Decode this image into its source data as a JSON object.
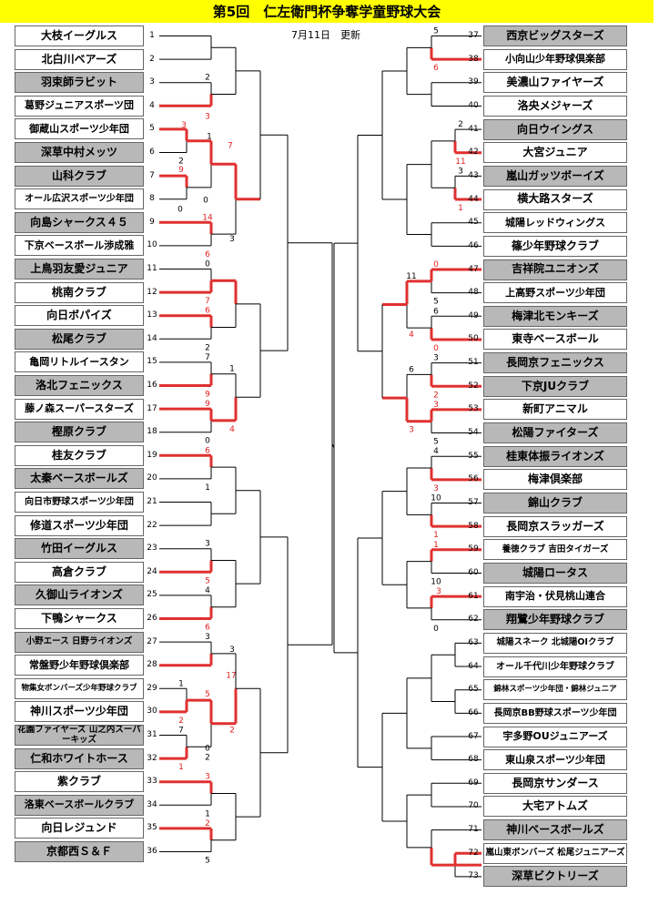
{
  "title": "第5回　仁左衛門杯争奪学童野球大会",
  "update_note": "7月11日　更新",
  "colors": {
    "title_bg": "#ffff00",
    "shaded": "#b8b8b8",
    "winner_line": "#e03030",
    "line": "#000000"
  },
  "left_teams": [
    {
      "no": "1",
      "name": "大枝イーグルス",
      "shaded": false
    },
    {
      "no": "2",
      "name": "北白川ベアーズ",
      "shaded": false
    },
    {
      "no": "3",
      "name": "羽束師ラビット",
      "shaded": true
    },
    {
      "no": "4",
      "name": "葛野ジュニアスポーツ団",
      "shaded": false
    },
    {
      "no": "5",
      "name": "御蔵山スポーツ少年団",
      "shaded": false
    },
    {
      "no": "6",
      "name": "深草中村メッツ",
      "shaded": true
    },
    {
      "no": "7",
      "name": "山科クラブ",
      "shaded": true
    },
    {
      "no": "8",
      "name": "オール広沢スポーツ少年団",
      "shaded": false
    },
    {
      "no": "9",
      "name": "向島シャークス４５",
      "shaded": true
    },
    {
      "no": "10",
      "name": "下京ベースボール渉成雅",
      "shaded": false
    },
    {
      "no": "11",
      "name": "上鳥羽友愛ジュニア",
      "shaded": true
    },
    {
      "no": "12",
      "name": "桃南クラブ",
      "shaded": false
    },
    {
      "no": "13",
      "name": "向日ボパイズ",
      "shaded": false
    },
    {
      "no": "14",
      "name": "松尾クラブ",
      "shaded": true
    },
    {
      "no": "15",
      "name": "亀岡リトルイースタン",
      "shaded": false
    },
    {
      "no": "16",
      "name": "洛北フェニックス",
      "shaded": true
    },
    {
      "no": "17",
      "name": "藤ノ森スーパースターズ",
      "shaded": false
    },
    {
      "no": "18",
      "name": "樫原クラブ",
      "shaded": true
    },
    {
      "no": "19",
      "name": "桂友クラブ",
      "shaded": false
    },
    {
      "no": "20",
      "name": "太秦ベースボールズ",
      "shaded": true
    },
    {
      "no": "21",
      "name": "向日市野球スポーツ少年団",
      "shaded": false
    },
    {
      "no": "22",
      "name": "修道スポーツ少年団",
      "shaded": false
    },
    {
      "no": "23",
      "name": "竹田イーグルス",
      "shaded": true
    },
    {
      "no": "24",
      "name": "高倉クラブ",
      "shaded": false
    },
    {
      "no": "25",
      "name": "久御山ライオンズ",
      "shaded": true
    },
    {
      "no": "26",
      "name": "下鴨シャークス",
      "shaded": false
    },
    {
      "no": "27",
      "name": "小野エース\n日野ライオンズ",
      "shaded": true
    },
    {
      "no": "28",
      "name": "常盤野少年野球倶楽部",
      "shaded": false
    },
    {
      "no": "29",
      "name": "物集女ボンバーズ少年野球クラブ",
      "shaded": false
    },
    {
      "no": "30",
      "name": "神川スポーツ少年団",
      "shaded": false
    },
    {
      "no": "31",
      "name": "花園ファイヤーズ\n山之内スーパーキッズ",
      "shaded": true
    },
    {
      "no": "32",
      "name": "仁和ホワイトホース",
      "shaded": true
    },
    {
      "no": "33",
      "name": "紫クラブ",
      "shaded": false
    },
    {
      "no": "34",
      "name": "洛東ベースボールクラブ",
      "shaded": true
    },
    {
      "no": "35",
      "name": "向日レジュンド",
      "shaded": false
    },
    {
      "no": "36",
      "name": "京都西Ｓ＆Ｆ",
      "shaded": true
    }
  ],
  "right_teams": [
    {
      "no": "37",
      "name": "西京ビッグスターズ",
      "shaded": true
    },
    {
      "no": "38",
      "name": "小向山少年野球倶楽部",
      "shaded": false
    },
    {
      "no": "39",
      "name": "美濃山ファイヤーズ",
      "shaded": false
    },
    {
      "no": "40",
      "name": "洛央メジャーズ",
      "shaded": false
    },
    {
      "no": "41",
      "name": "向日ウイングス",
      "shaded": true
    },
    {
      "no": "42",
      "name": "大宮ジュニア",
      "shaded": false
    },
    {
      "no": "43",
      "name": "嵐山ガッツボーイズ",
      "shaded": true
    },
    {
      "no": "44",
      "name": "横大路スターズ",
      "shaded": false
    },
    {
      "no": "45",
      "name": "城陽レッドウィングス",
      "shaded": false
    },
    {
      "no": "46",
      "name": "篠少年野球クラブ",
      "shaded": false
    },
    {
      "no": "47",
      "name": "吉祥院ユニオンズ",
      "shaded": true
    },
    {
      "no": "48",
      "name": "上高野スポーツ少年団",
      "shaded": false
    },
    {
      "no": "49",
      "name": "梅津北モンキーズ",
      "shaded": true
    },
    {
      "no": "50",
      "name": "東寺ベースボール",
      "shaded": false
    },
    {
      "no": "51",
      "name": "長岡京フェニックス",
      "shaded": true
    },
    {
      "no": "52",
      "name": "下京JUクラブ",
      "shaded": true
    },
    {
      "no": "53",
      "name": "新町アニマル",
      "shaded": false
    },
    {
      "no": "54",
      "name": "松陽ファイターズ",
      "shaded": true
    },
    {
      "no": "55",
      "name": "桂東体振ライオンズ",
      "shaded": true
    },
    {
      "no": "56",
      "name": "梅津倶楽部",
      "shaded": false
    },
    {
      "no": "57",
      "name": "錦山クラブ",
      "shaded": true
    },
    {
      "no": "58",
      "name": "長岡京スラッガーズ",
      "shaded": false
    },
    {
      "no": "59",
      "name": "養徳クラブ\n吉田タイガーズ",
      "shaded": false
    },
    {
      "no": "60",
      "name": "城陽ロータス",
      "shaded": true
    },
    {
      "no": "61",
      "name": "南宇治・伏見桃山連合",
      "shaded": false
    },
    {
      "no": "62",
      "name": "翔鷺少年野球クラブ",
      "shaded": true
    },
    {
      "no": "63",
      "name": "城陽スネーク\n北城陽OIクラブ",
      "shaded": false
    },
    {
      "no": "64",
      "name": "オール千代川少年野球クラブ",
      "shaded": false
    },
    {
      "no": "65",
      "name": "錦林スポーツ少年団・錦林ジュニア",
      "shaded": false
    },
    {
      "no": "66",
      "name": "長岡京BB野球スポーツ少年団",
      "shaded": false
    },
    {
      "no": "67",
      "name": "宇多野OUジュニアーズ",
      "shaded": false
    },
    {
      "no": "68",
      "name": "東山泉スポーツ少年団",
      "shaded": false
    },
    {
      "no": "69",
      "name": "長岡京サンダース",
      "shaded": false
    },
    {
      "no": "70",
      "name": "大宅アトムズ",
      "shaded": false
    },
    {
      "no": "71",
      "name": "神川ベースボールズ",
      "shaded": true
    },
    {
      "no": "72",
      "name": "嵐山東ボンバーズ\n松尾ジュニアーズ",
      "shaded": false
    },
    {
      "no": "73",
      "name": "深草ビクトリーズ",
      "shaded": true
    }
  ],
  "scores": [
    "2",
    "3",
    "3",
    "2",
    "1",
    "7",
    "9",
    "0",
    "0",
    "14",
    "6",
    "3",
    "0",
    "7",
    "6",
    "2",
    "7",
    "9",
    "9",
    "0",
    "1",
    "4",
    "6",
    "1",
    "3",
    "5",
    "4",
    "6",
    "3",
    "17",
    "1",
    "2",
    "7",
    "1",
    "5",
    "0",
    "2",
    "3",
    "2",
    "3",
    "1",
    "2",
    "5",
    "5",
    "6",
    "2",
    "11",
    "3",
    "1",
    "0",
    "5",
    "6",
    "0",
    "11",
    "4",
    "3",
    "2",
    "3",
    "5",
    "6",
    "3",
    "4",
    "3",
    "10",
    "1",
    "1",
    "10",
    "3",
    "0"
  ]
}
